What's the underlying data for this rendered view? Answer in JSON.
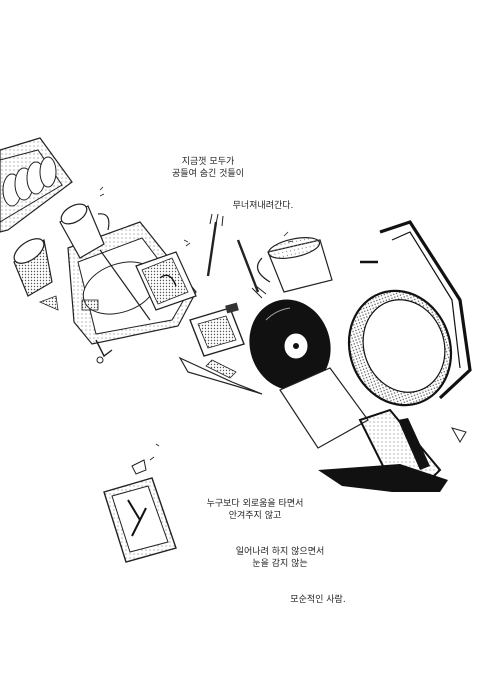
{
  "captions": {
    "intro": [
      "지금껏 모두가",
      "공들여 숨긴 것들이"
    ],
    "falling": "무너져내려간다.",
    "middle": [
      "누구보다 외로움을 타면서",
      "안겨주지 않고"
    ],
    "lower": [
      "일어나려 하지 않으면서",
      "눈을 감지 않는"
    ],
    "final": "모순적인 사람."
  },
  "colors": {
    "ink": "#111111",
    "paper": "#ffffff",
    "tone": "#9a9a9a"
  }
}
